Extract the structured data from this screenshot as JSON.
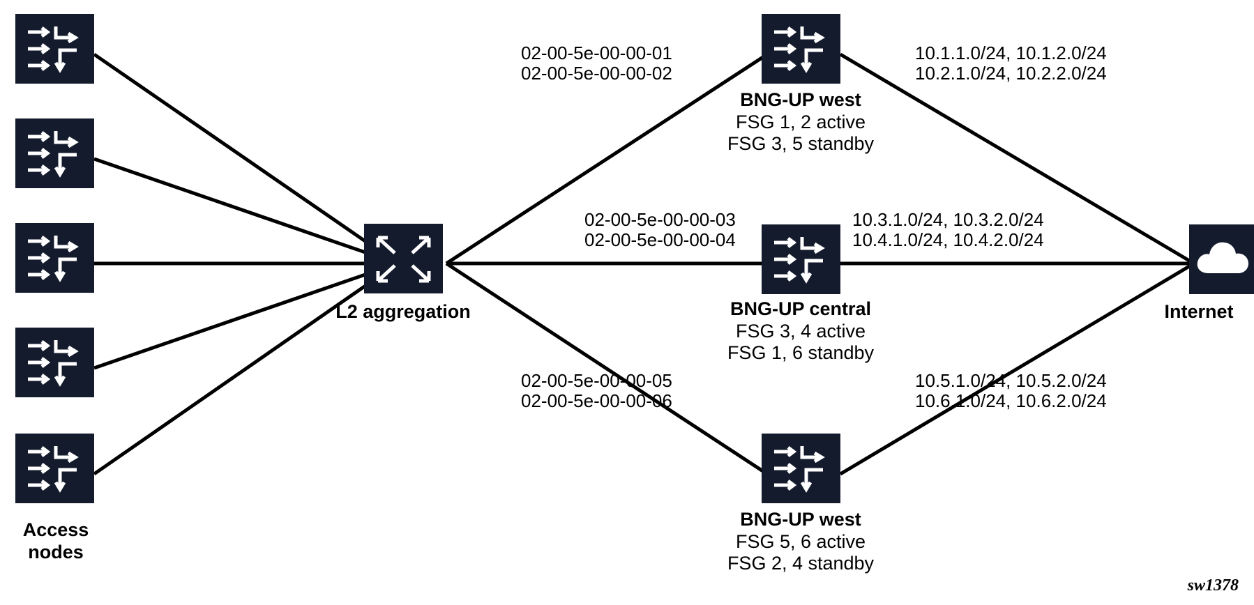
{
  "diagram": {
    "title": "BNG-UP fate sharing group redundancy topology",
    "watermark": "sw1378",
    "colors": {
      "node_fill": "#141b2d",
      "node_glyph": "#ffffff",
      "link": "#000000",
      "background": "#ffffff"
    }
  },
  "nodes": {
    "access": {
      "label_line1": "Access",
      "label_line2": "nodes",
      "icon": "router-icon",
      "count": 5
    },
    "aggregation": {
      "label": "L2 aggregation",
      "icon": "switch-icon"
    },
    "bng_up_west_top": {
      "title": "BNG-UP west",
      "line2": "FSG 1, 2 active",
      "line3": "FSG 3, 5 standby",
      "icon": "router-icon"
    },
    "bng_up_central": {
      "title": "BNG-UP central",
      "line2": "FSG 3, 4 active",
      "line3": "FSG 1, 6 standby",
      "icon": "router-icon"
    },
    "bng_up_west_bottom": {
      "title": "BNG-UP west",
      "line2": "FSG 5, 6 active",
      "line3": "FSG 2, 4 standby",
      "icon": "router-icon"
    },
    "internet": {
      "label": "Internet",
      "icon": "cloud-icon"
    }
  },
  "edge_labels": {
    "west_top_mac": {
      "line1": "02-00-5e-00-00-01",
      "line2": "02-00-5e-00-00-02"
    },
    "west_top_subnets": {
      "line1": "10.1.1.0/24, 10.1.2.0/24",
      "line2": "10.2.1.0/24, 10.2.2.0/24"
    },
    "central_mac": {
      "line1": "02-00-5e-00-00-03",
      "line2": "02-00-5e-00-00-04"
    },
    "central_subnets": {
      "line1": "10.3.1.0/24, 10.3.2.0/24",
      "line2": "10.4.1.0/24, 10.4.2.0/24"
    },
    "west_bottom_mac": {
      "line1": "02-00-5e-00-00-05",
      "line2": "02-00-5e-00-00-06"
    },
    "west_bottom_subnets": {
      "line1": "10.5.1.0/24, 10.5.2.0/24",
      "line2": "10.6.1.0/24, 10.6.2.0/24"
    }
  }
}
